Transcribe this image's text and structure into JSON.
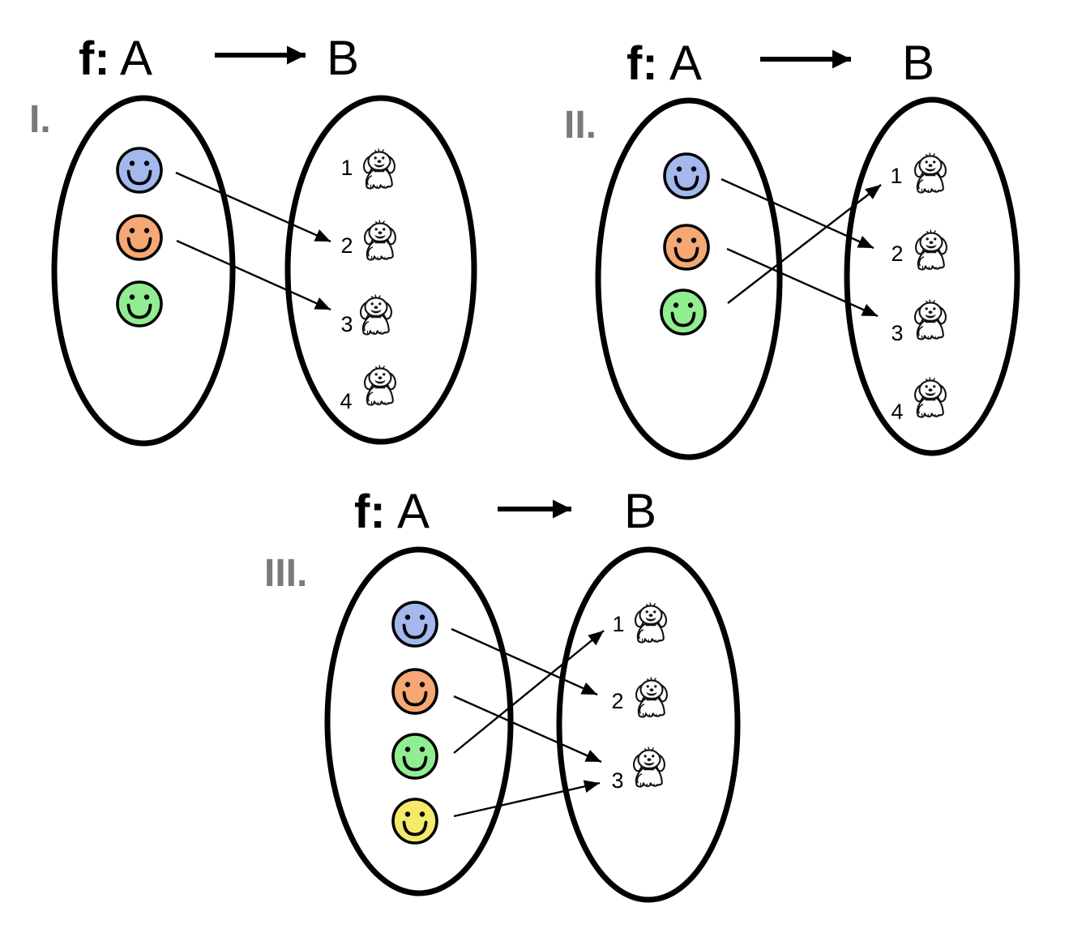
{
  "page": {
    "background": "#ffffff",
    "description": "Three function mapping diagrams (I, II, III) from set A of smiley faces to set B of numbered puppies"
  },
  "colors": {
    "outline": "#000000",
    "numeral_gray": "#7a7a7a",
    "smiley_blue": "#a3b9ee",
    "smiley_orange": "#f5a874",
    "smiley_green": "#90ee90",
    "smiley_yellow": "#f5e96a"
  },
  "diagrams": [
    {
      "numeral": "I.",
      "function_symbol": "f:",
      "domain_label": "A",
      "codomain_label": "B",
      "set_a_members": [
        {
          "name": "blue-smiley",
          "fill": "#a3b9ee"
        },
        {
          "name": "orange-smiley",
          "fill": "#f5a874"
        },
        {
          "name": "green-smiley",
          "fill": "#90ee90"
        }
      ],
      "set_b_items": [
        {
          "label": "1"
        },
        {
          "label": "2"
        },
        {
          "label": "3"
        },
        {
          "label": "4"
        }
      ],
      "mappings": [
        {
          "from": "blue-smiley",
          "to": "2"
        },
        {
          "from": "orange-smiley",
          "to": "3"
        }
      ]
    },
    {
      "numeral": "II.",
      "function_symbol": "f:",
      "domain_label": "A",
      "codomain_label": "B",
      "set_a_members": [
        {
          "name": "blue-smiley",
          "fill": "#a3b9ee"
        },
        {
          "name": "orange-smiley",
          "fill": "#f5a874"
        },
        {
          "name": "green-smiley",
          "fill": "#90ee90"
        }
      ],
      "set_b_items": [
        {
          "label": "1"
        },
        {
          "label": "2"
        },
        {
          "label": "3"
        },
        {
          "label": "4"
        }
      ],
      "mappings": [
        {
          "from": "blue-smiley",
          "to": "2"
        },
        {
          "from": "orange-smiley",
          "to": "3"
        },
        {
          "from": "green-smiley",
          "to": "1"
        }
      ]
    },
    {
      "numeral": "III.",
      "function_symbol": "f:",
      "domain_label": "A",
      "codomain_label": "B",
      "set_a_members": [
        {
          "name": "blue-smiley",
          "fill": "#a3b9ee"
        },
        {
          "name": "orange-smiley",
          "fill": "#f5a874"
        },
        {
          "name": "green-smiley",
          "fill": "#90ee90"
        },
        {
          "name": "yellow-smiley",
          "fill": "#f5e96a"
        }
      ],
      "set_b_items": [
        {
          "label": "1"
        },
        {
          "label": "2"
        },
        {
          "label": "3"
        }
      ],
      "mappings": [
        {
          "from": "blue-smiley",
          "to": "2"
        },
        {
          "from": "orange-smiley",
          "to": "3"
        },
        {
          "from": "green-smiley",
          "to": "1"
        },
        {
          "from": "yellow-smiley",
          "to": "3"
        }
      ]
    }
  ]
}
